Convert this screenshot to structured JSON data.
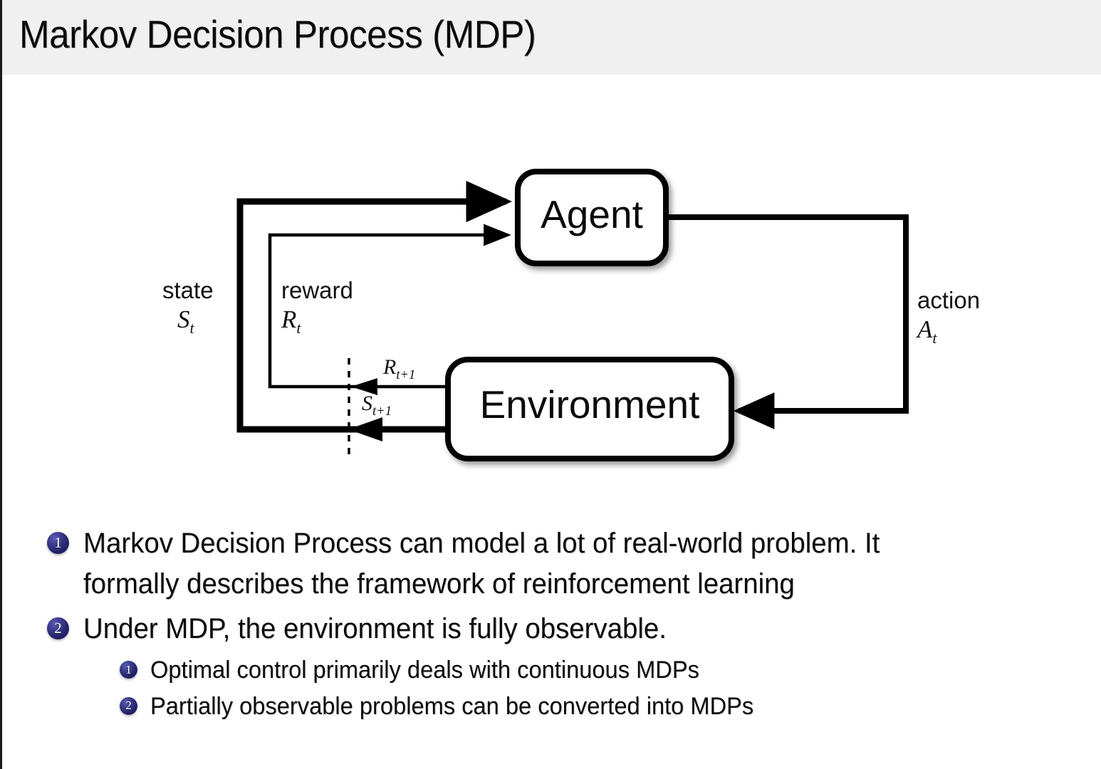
{
  "slide": {
    "title": "Markov Decision Process (MDP)",
    "header_bg": "#f0f0f0",
    "page_bg": "#ffffff",
    "accent": "#23236f"
  },
  "diagram": {
    "name": "agent-environment-interaction-loop",
    "nodes": {
      "agent": "Agent",
      "environment": "Environment"
    },
    "edges": {
      "state_word": "state",
      "state_symbol": "S",
      "state_subscript": "t",
      "reward_word": "reward",
      "reward_symbol": "R",
      "reward_subscript": "t",
      "action_word": "action",
      "action_symbol": "A",
      "action_subscript": "t",
      "reward_next_symbol": "R",
      "reward_next_subscript": "t+1",
      "state_next_symbol": "S",
      "state_next_subscript": "t+1"
    },
    "stroke_color": "#000000"
  },
  "bullets": [
    {
      "marker": "1",
      "line1": "Markov Decision Process can model a lot of real-world problem. It",
      "line2": "formally describes the framework of reinforcement learning"
    },
    {
      "marker": "2",
      "line1": "Under MDP, the environment is fully observable."
    }
  ],
  "subbullets": [
    {
      "marker": "1",
      "text": "Optimal control primarily deals with continuous MDPs"
    },
    {
      "marker": "2",
      "text": "Partially observable problems can be converted into MDPs"
    }
  ]
}
